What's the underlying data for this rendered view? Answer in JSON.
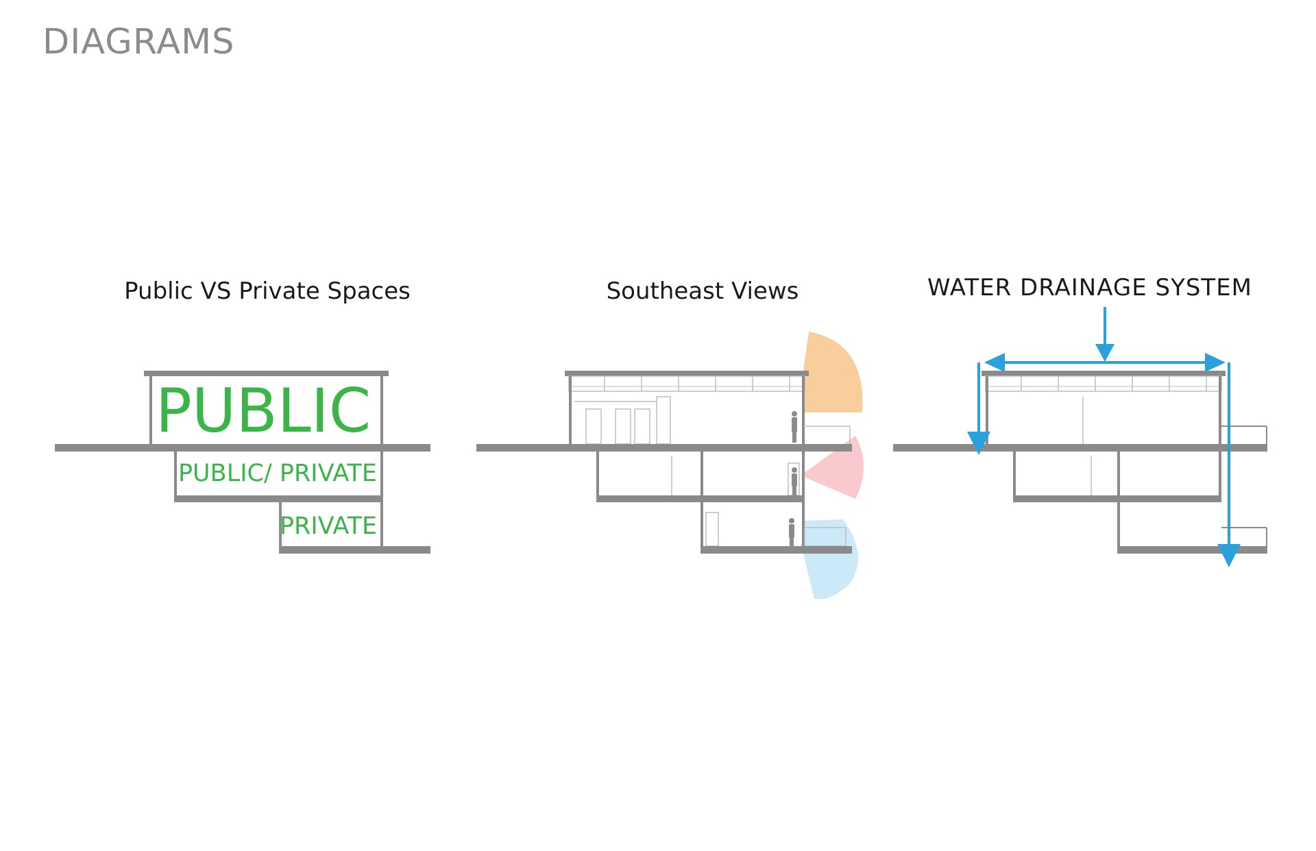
{
  "page": {
    "title": "DIAGRAMS"
  },
  "panels": [
    {
      "id": "public-private",
      "title": "Public VS Private Spaces",
      "zones": [
        "PUBLIC",
        "PUBLIC/ PRIVATE",
        "PRIVATE"
      ]
    },
    {
      "id": "southeast-views",
      "title": "Southeast Views"
    },
    {
      "id": "water-drainage",
      "title": "WATER DRAINAGE SYSTEM"
    }
  ],
  "colors": {
    "structure": "#8a8a8a",
    "line_light": "#bdbdbd",
    "zone_text": "#3bb54a",
    "title_grey": "#8c8c8c",
    "view_orange": "#f8c58c",
    "view_pink": "#f7b7bd",
    "view_blue": "#bfe3f5",
    "water_arrow": "#2aa1dc"
  }
}
